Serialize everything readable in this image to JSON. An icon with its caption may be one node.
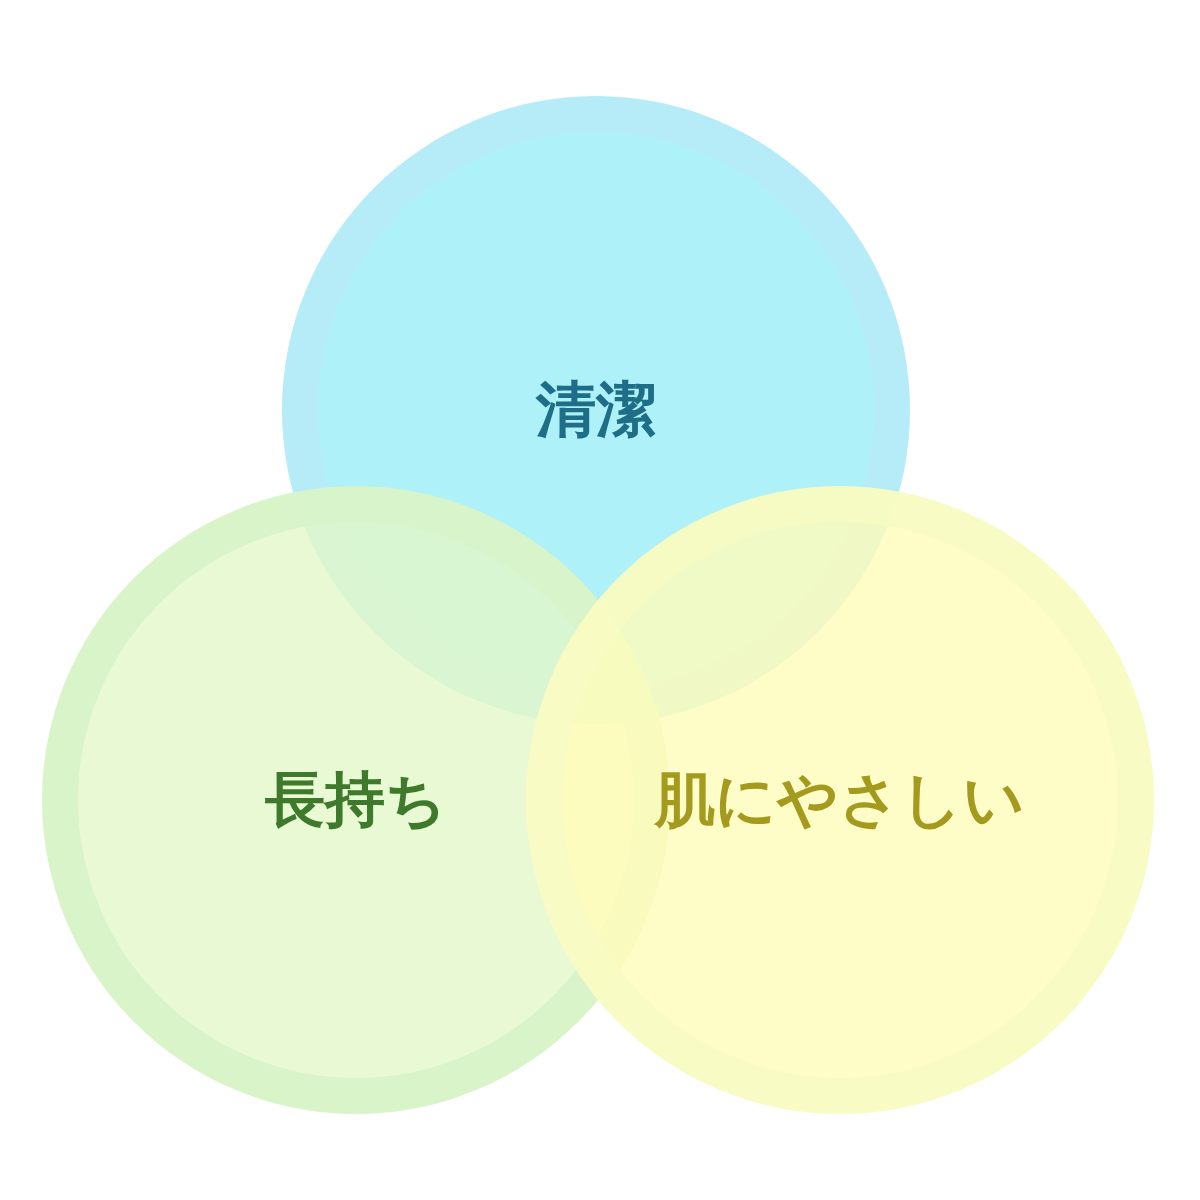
{
  "diagram": {
    "nodes": [
      {
        "text": [
          "清潔"
        ]
      },
      {
        "text": [
          "長持ち"
        ]
      },
      {
        "text": [
          "肌にやさしい"
        ]
      }
    ]
  }
}
